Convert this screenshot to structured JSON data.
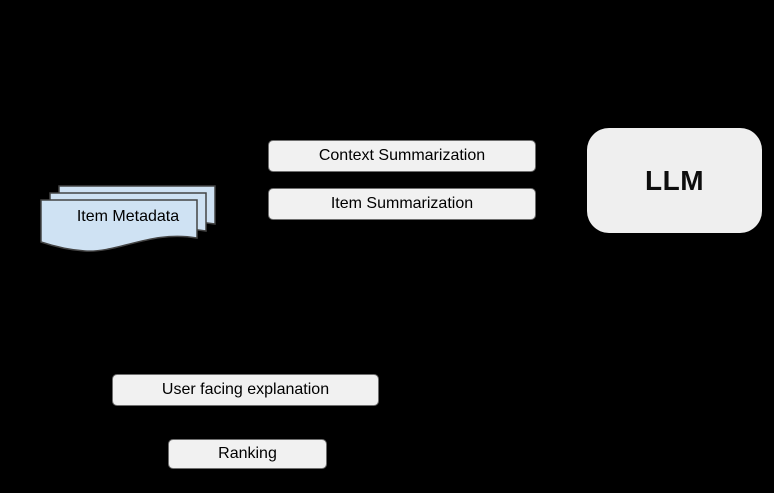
{
  "diagram": {
    "background_color": "#000000",
    "nodes": {
      "item_metadata": {
        "label": "Item Metadata",
        "shape": "document-stack",
        "fill": "#cfe2f3",
        "border": "#444444"
      },
      "context_summarization": {
        "label": "Context Summarization",
        "shape": "rounded-rectangle",
        "fill": "#f1f1f1",
        "border": "#6e6e6e"
      },
      "item_summarization": {
        "label": "Item Summarization",
        "shape": "rounded-rectangle",
        "fill": "#f1f1f1",
        "border": "#6e6e6e"
      },
      "llm": {
        "label": "LLM",
        "shape": "rounded-rectangle",
        "fill": "#efefef"
      },
      "user_facing_explanation": {
        "label": "User facing explanation",
        "shape": "rounded-rectangle",
        "fill": "#f1f1f1",
        "border": "#6e6e6e"
      },
      "ranking": {
        "label": "Ranking",
        "shape": "rounded-rectangle",
        "fill": "#f1f1f1",
        "border": "#6e6e6e"
      }
    }
  }
}
